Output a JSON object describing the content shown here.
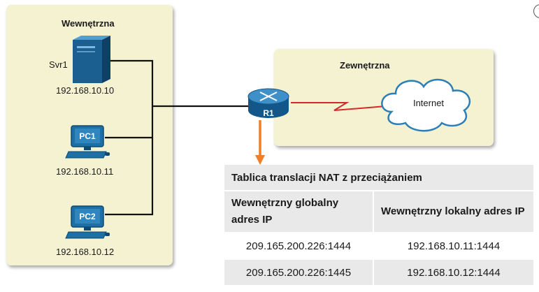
{
  "inside_zone": {
    "title": "Wewnętrzna"
  },
  "outside_zone": {
    "title": "Zewnętrzna"
  },
  "devices": {
    "server": {
      "name": "Svr1",
      "ip": "192.168.10.10"
    },
    "pc1": {
      "name": "PC1",
      "ip": "192.168.10.11"
    },
    "pc2": {
      "name": "PC2",
      "ip": "192.168.10.12"
    },
    "router": {
      "name": "R1"
    },
    "cloud": {
      "name": "Internet"
    }
  },
  "nat_table": {
    "caption": "Tablica translacji NAT z przeciążaniem",
    "headers": [
      "Wewnętrzny globalny adres IP",
      "Wewnętrzny lokalny adres IP"
    ],
    "rows": [
      [
        "209.165.200.226:1444",
        "192.168.10.11:1444"
      ],
      [
        "209.165.200.226:1445",
        "192.168.10.12:1444"
      ]
    ]
  },
  "colors": {
    "zone_fill": "#f5f2d2",
    "device_blue": "#1e6fa3",
    "wan_link": "#d42a2a",
    "arrow": "#f07e26",
    "table_gray": "#e9e9e9"
  },
  "icons": [
    "server-icon",
    "pc-icon",
    "router-icon",
    "cloud-icon",
    "help-icon"
  ]
}
